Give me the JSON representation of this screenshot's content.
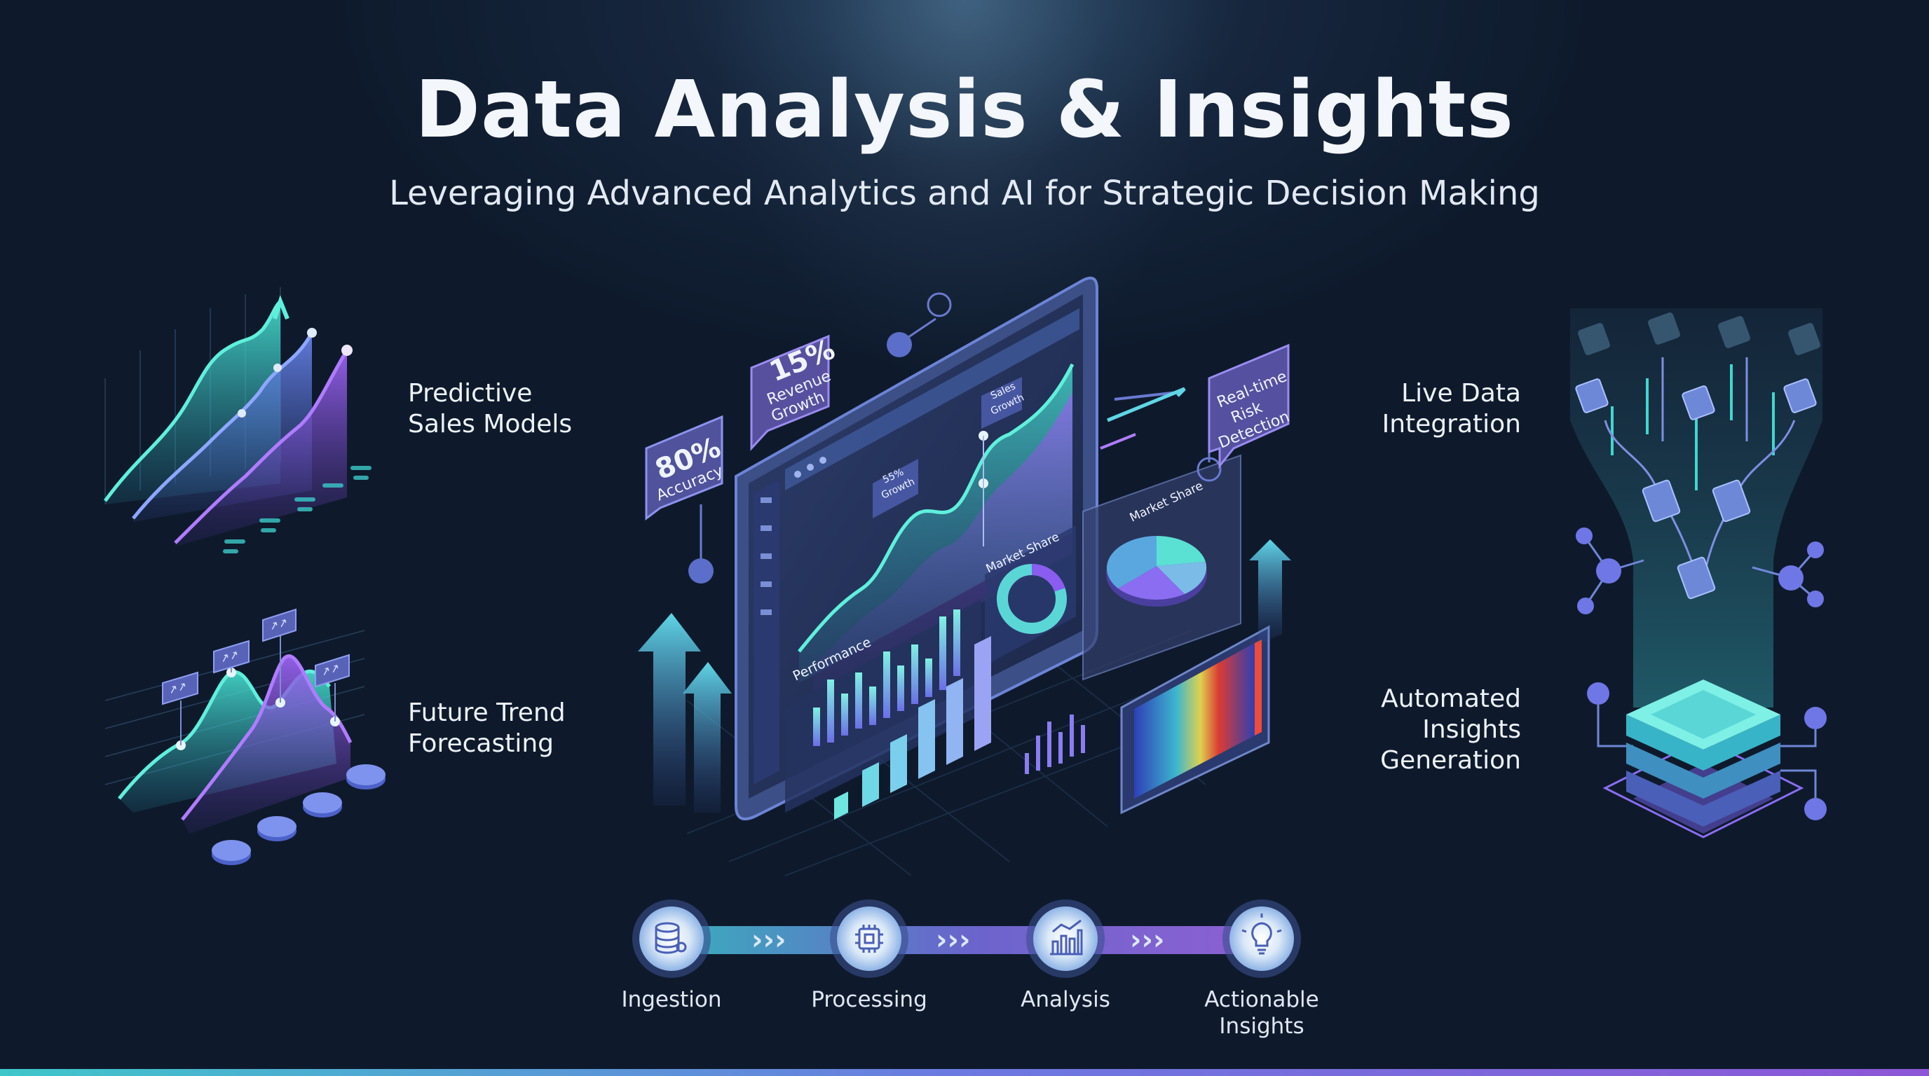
{
  "header": {
    "title": "Data Analysis & Insights",
    "subtitle": "Leveraging Advanced Analytics and AI for Strategic Decision Making"
  },
  "left_panels": [
    {
      "line1": "Predictive",
      "line2": "Sales Models"
    },
    {
      "line1": "Future Trend",
      "line2": "Forecasting"
    }
  ],
  "right_panels": [
    {
      "line1": "Live Data",
      "line2": "Integration"
    },
    {
      "line1": "Automated",
      "line2": "Insights",
      "line3": "Generation"
    }
  ],
  "dashboard": {
    "accuracy_value": "80%",
    "accuracy_label": "Accuracy",
    "revenue_value": "15%",
    "revenue_label_1": "Revenue",
    "revenue_label_2": "Growth",
    "risk_label_1": "Real-time",
    "risk_label_2": "Risk",
    "risk_label_3": "Detection",
    "sales_growth_1": "Sales",
    "sales_growth_2": "Growth",
    "inner_growth_value": "55%",
    "inner_growth_label": "Growth",
    "market_share_label": "Market Share",
    "market_share_label_2": "Market Share",
    "performance_label": "Performance"
  },
  "pipeline": {
    "steps": [
      {
        "label": "Ingestion",
        "icon": "database-gear-icon"
      },
      {
        "label": "Processing",
        "icon": "chip-process-icon"
      },
      {
        "label": "Analysis",
        "icon": "bar-chart-icon"
      },
      {
        "label_1": "Actionable",
        "label_2": "Insights",
        "icon": "lightbulb-icon"
      }
    ]
  },
  "colors": {
    "background": "#0e1a2c",
    "teal": "#3fd6d0",
    "violet": "#8a5cf0",
    "blue": "#5b7fe8"
  }
}
